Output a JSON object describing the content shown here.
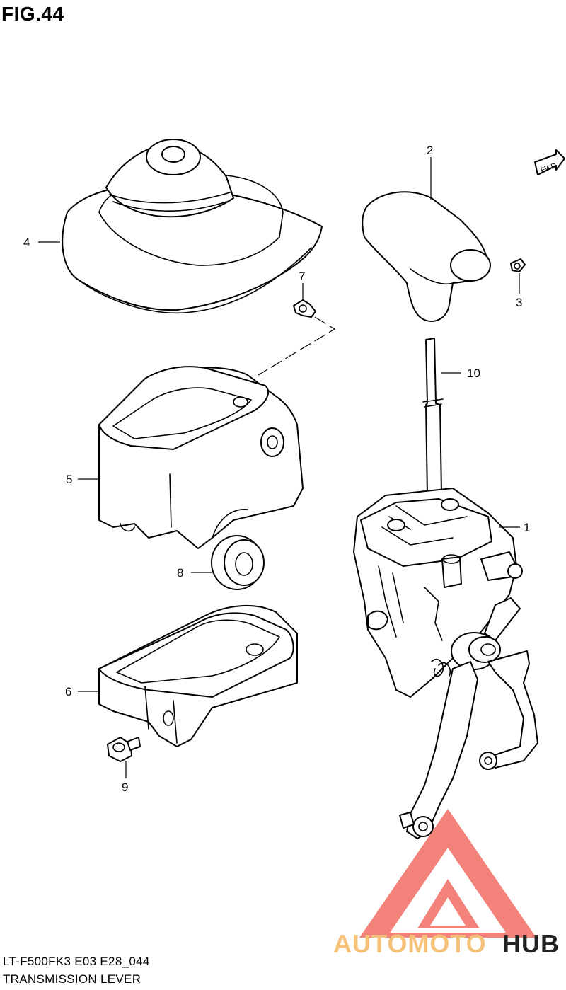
{
  "figure": {
    "title": "FIG.44",
    "model_code": "LT-F500FK3 E03 E28_044",
    "name": "TRANSMISSION LEVER"
  },
  "direction_badge": "FWD",
  "callouts": [
    {
      "id": "1",
      "part": "lever-assembly"
    },
    {
      "id": "2",
      "part": "knob"
    },
    {
      "id": "3",
      "part": "screw"
    },
    {
      "id": "4",
      "part": "boot"
    },
    {
      "id": "5",
      "part": "upper-cover"
    },
    {
      "id": "6",
      "part": "lower-cover"
    },
    {
      "id": "7",
      "part": "screw"
    },
    {
      "id": "8",
      "part": "grommet"
    },
    {
      "id": "9",
      "part": "bolt"
    },
    {
      "id": "10",
      "part": "shift-rod"
    }
  ],
  "watermark": {
    "word_light": "AUTOMOTO",
    "word_dark": "HUB",
    "colors": {
      "light": "#f6c27a",
      "dark": "#222222",
      "triangle": "#f05a4e"
    }
  }
}
